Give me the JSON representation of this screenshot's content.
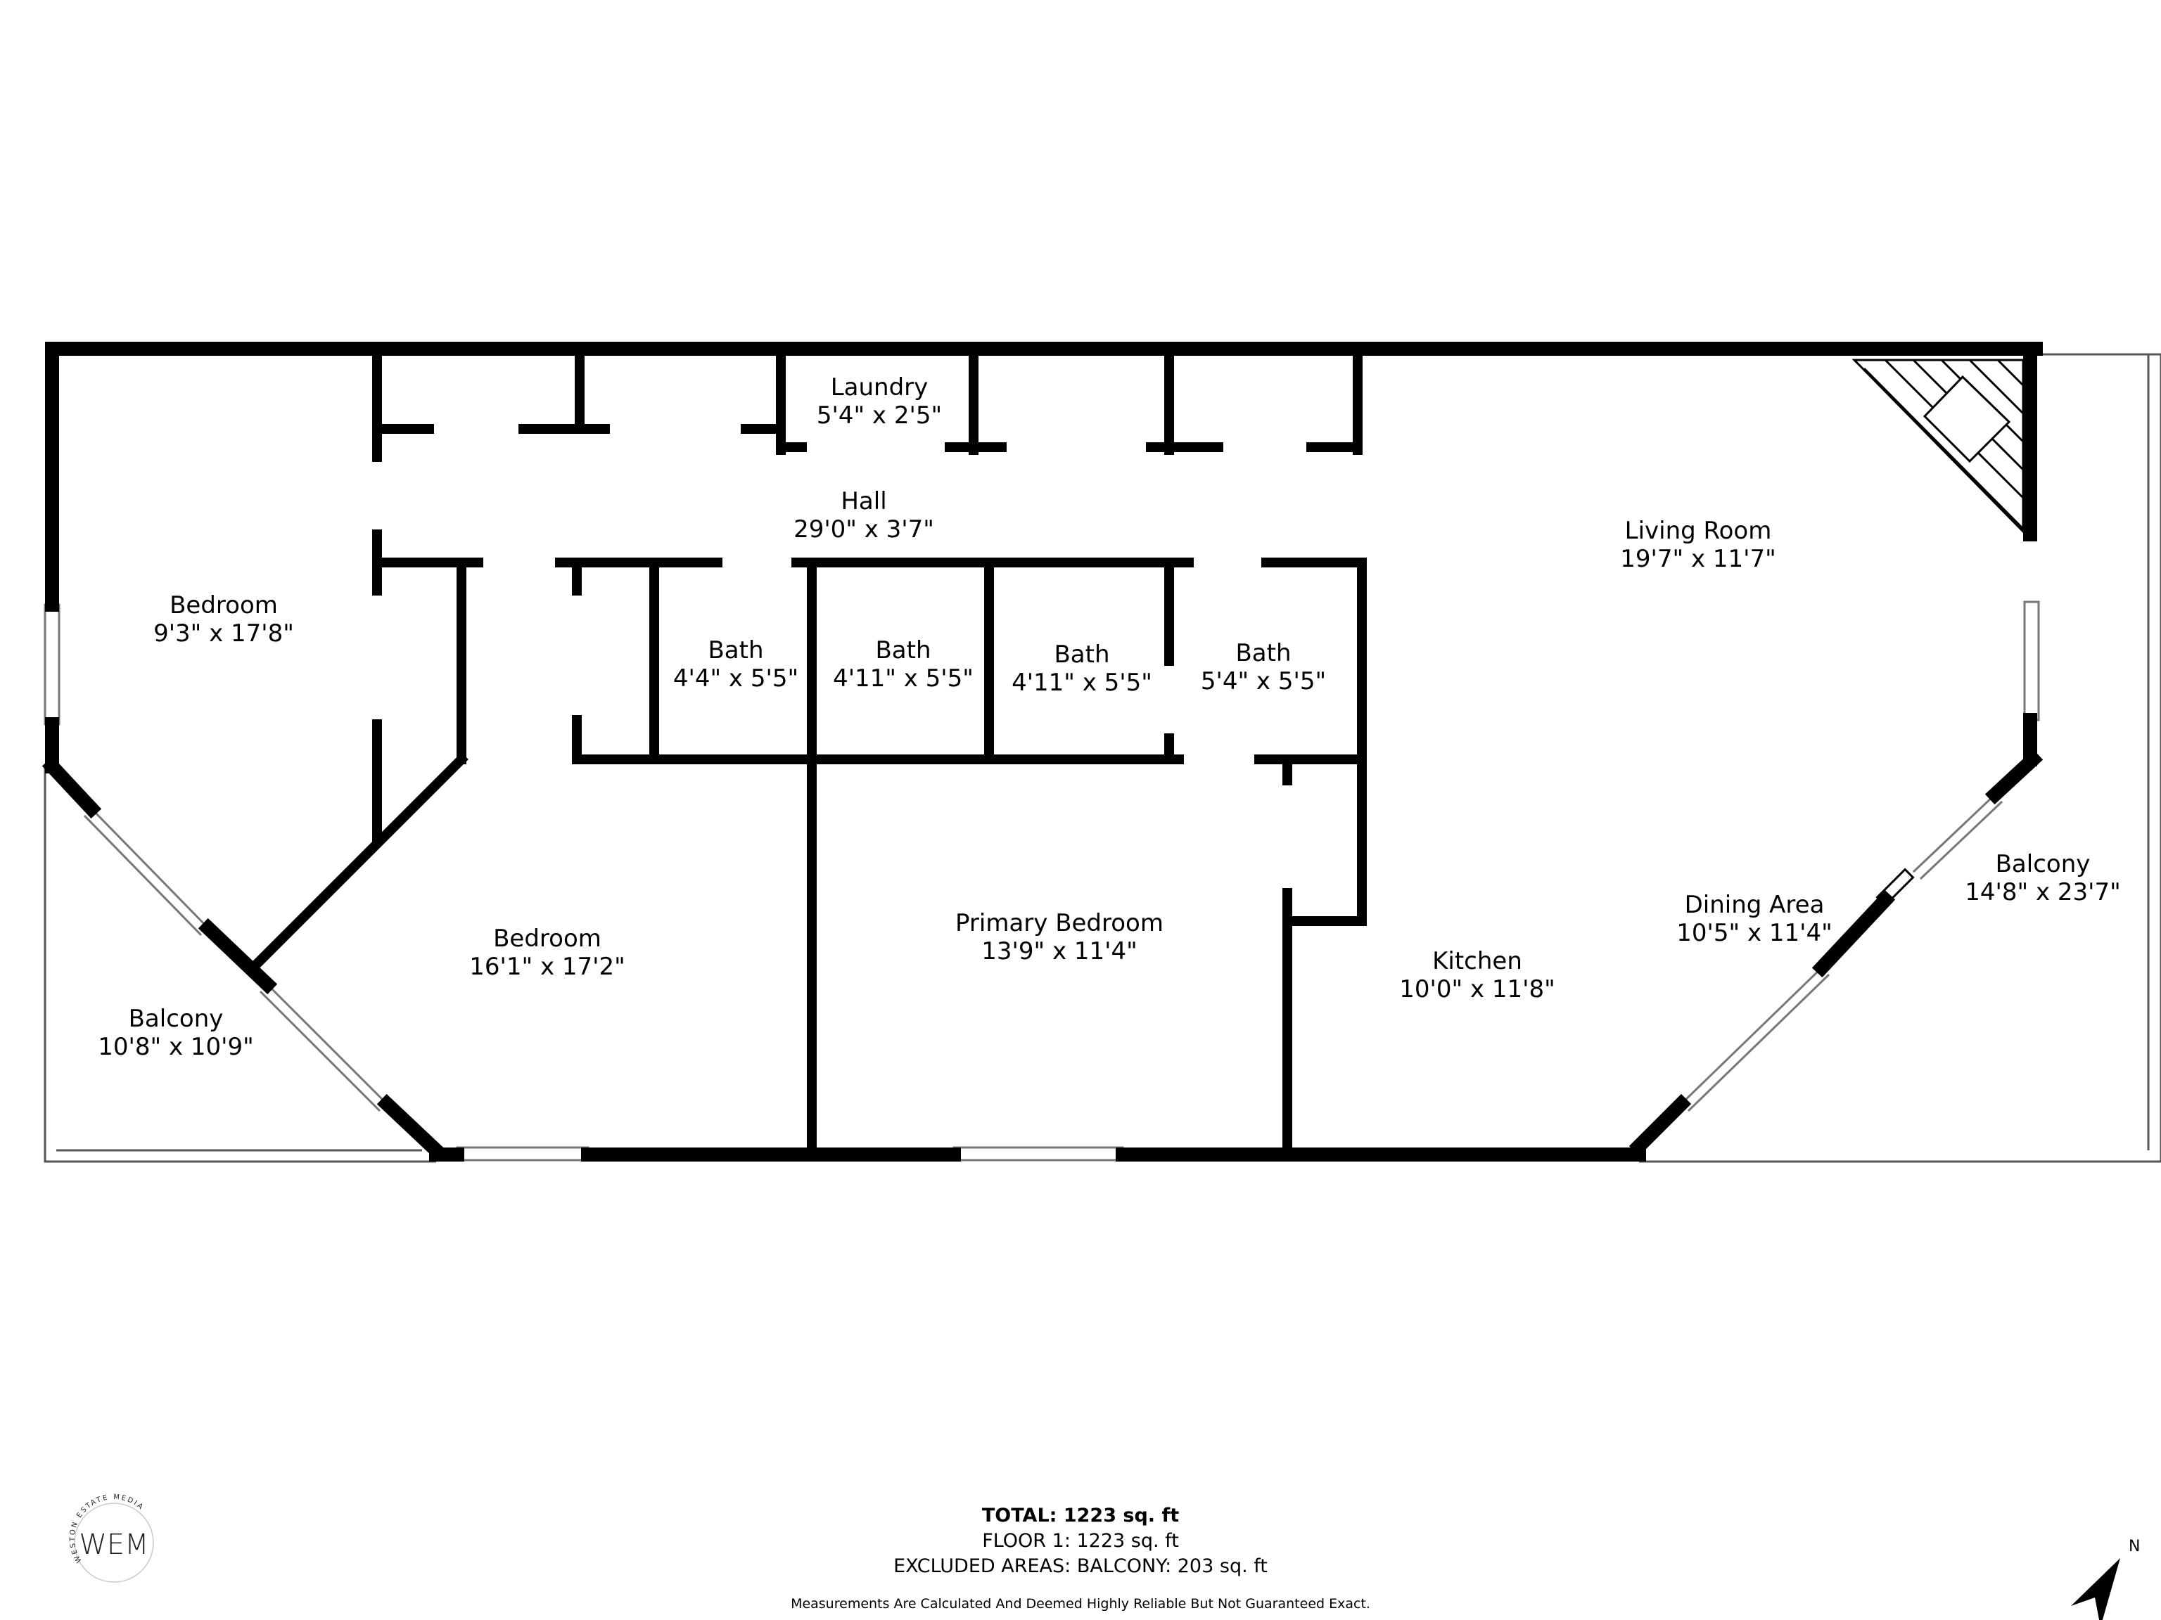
{
  "rooms": [
    {
      "name": "Laundry",
      "dims": "5'4\" x 2'5\""
    },
    {
      "name": "Hall",
      "dims": "29'0\" x 3'7\""
    },
    {
      "name": "Living Room",
      "dims": "19'7\" x 11'7\""
    },
    {
      "name": "Bedroom",
      "dims": "9'3\" x 17'8\""
    },
    {
      "name": "Bath",
      "dims": "4'4\" x 5'5\""
    },
    {
      "name": "Bath",
      "dims": "4'11\" x 5'5\""
    },
    {
      "name": "Bath",
      "dims": "4'11\" x 5'5\""
    },
    {
      "name": "Bath",
      "dims": "5'4\" x 5'5\""
    },
    {
      "name": "Bedroom",
      "dims": "16'1\" x 17'2\""
    },
    {
      "name": "Primary Bedroom",
      "dims": "13'9\" x 11'4\""
    },
    {
      "name": "Kitchen",
      "dims": "10'0\" x 11'8\""
    },
    {
      "name": "Dining Area",
      "dims": "10'5\" x 11'4\""
    },
    {
      "name": "Balcony",
      "dims": "14'8\" x 23'7\""
    },
    {
      "name": "Balcony",
      "dims": "10'8\" x 10'9\""
    }
  ],
  "summary": {
    "total_label": "TOTAL:",
    "total_value": "1223 sq. ft",
    "floor": "FLOOR 1: 1223 sq. ft",
    "excluded": "EXCLUDED AREAS: BALCONY: 203 sq. ft",
    "disclaimer": "Measurements Are Calculated And Deemed Highly Reliable But Not Guaranteed Exact."
  },
  "logo": {
    "mark": "WEM",
    "text": "WESTON ESTATE MEDIA"
  },
  "compass": {
    "label": "N",
    "icon": "north-arrow-icon"
  },
  "colors": {
    "wall": "#000000",
    "background": "#ffffff"
  }
}
